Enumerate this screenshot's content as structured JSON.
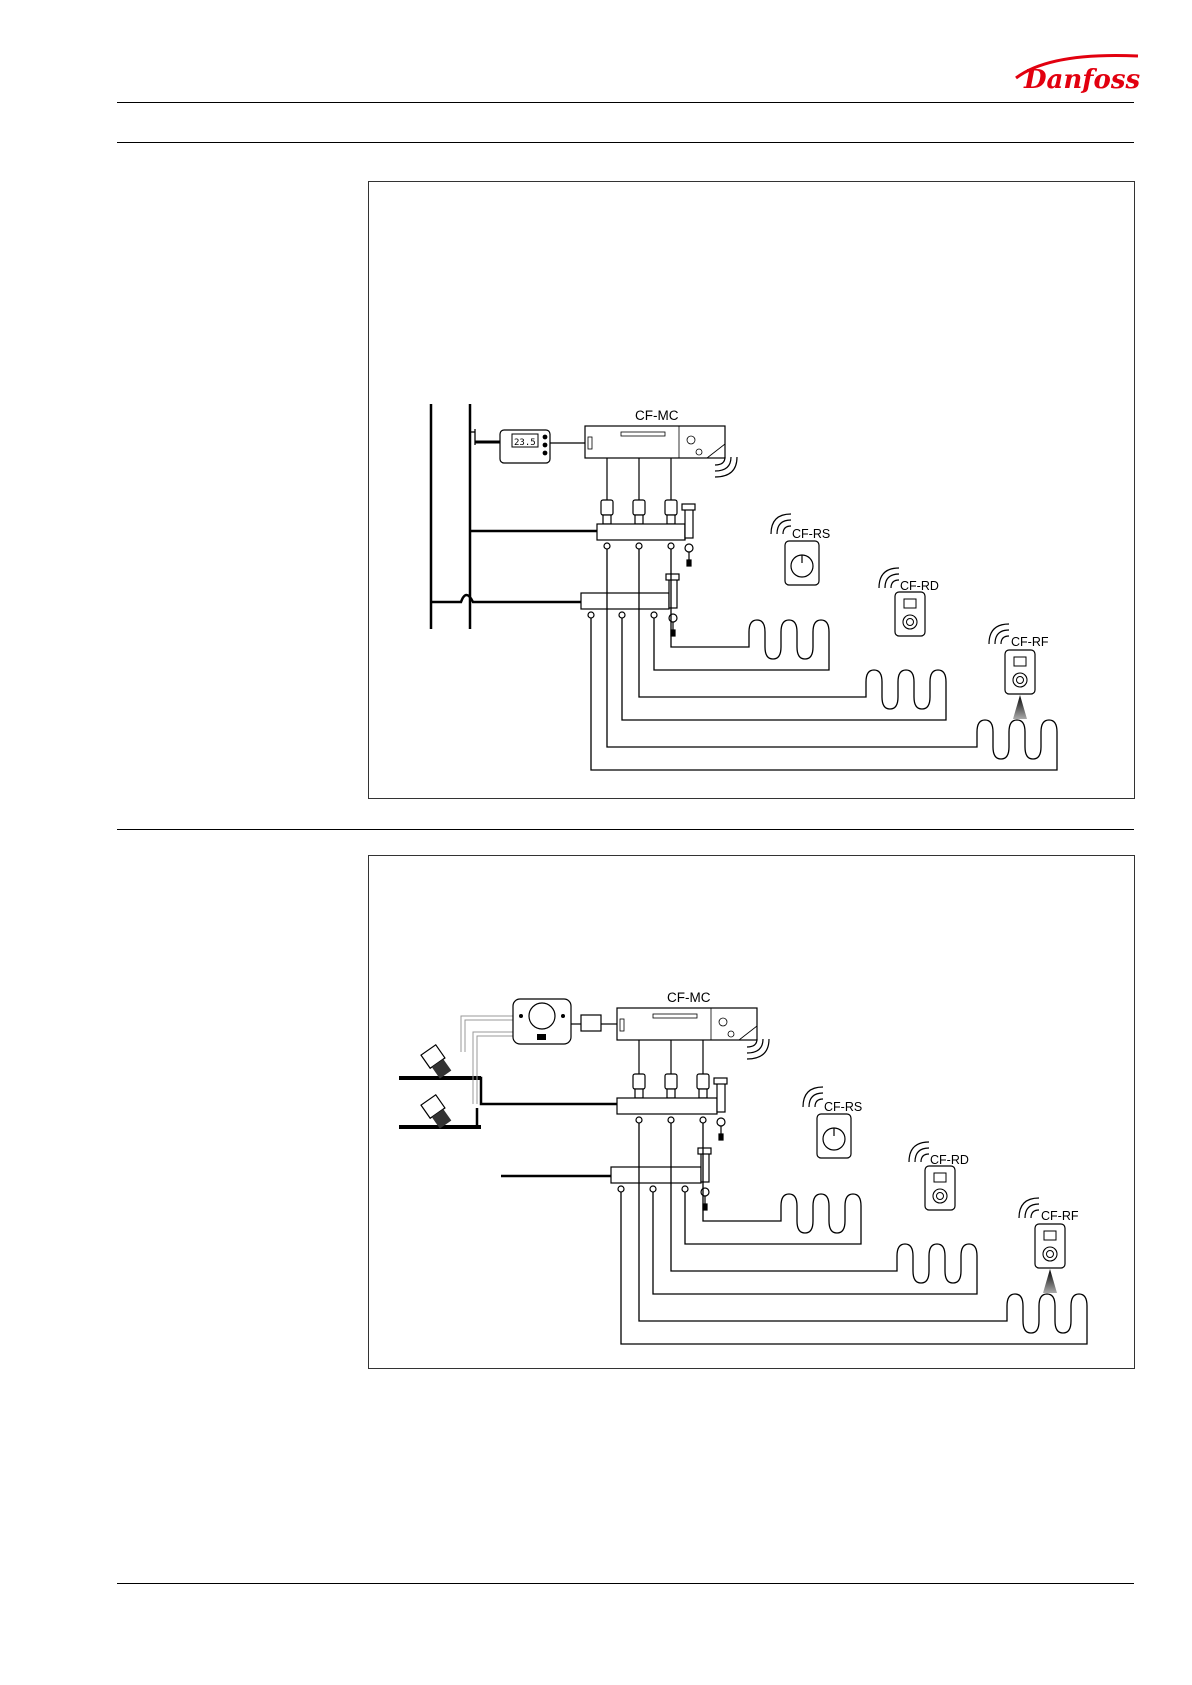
{
  "header": {
    "brand": "Danfoss",
    "brand_color": "#e2000f"
  },
  "figure1": {
    "controller_label": "CF-MC",
    "thermostats": [
      {
        "label": "CF-RS",
        "type": "dial"
      },
      {
        "label": "CF-RD",
        "type": "display"
      },
      {
        "label": "CF-RF",
        "type": "infrared"
      }
    ],
    "room_thermostat_display": "23.5"
  },
  "figure2": {
    "controller_label": "CF-MC",
    "thermostats": [
      {
        "label": "CF-RS",
        "type": "dial"
      },
      {
        "label": "CF-RD",
        "type": "display"
      },
      {
        "label": "CF-RF",
        "type": "infrared"
      }
    ]
  }
}
